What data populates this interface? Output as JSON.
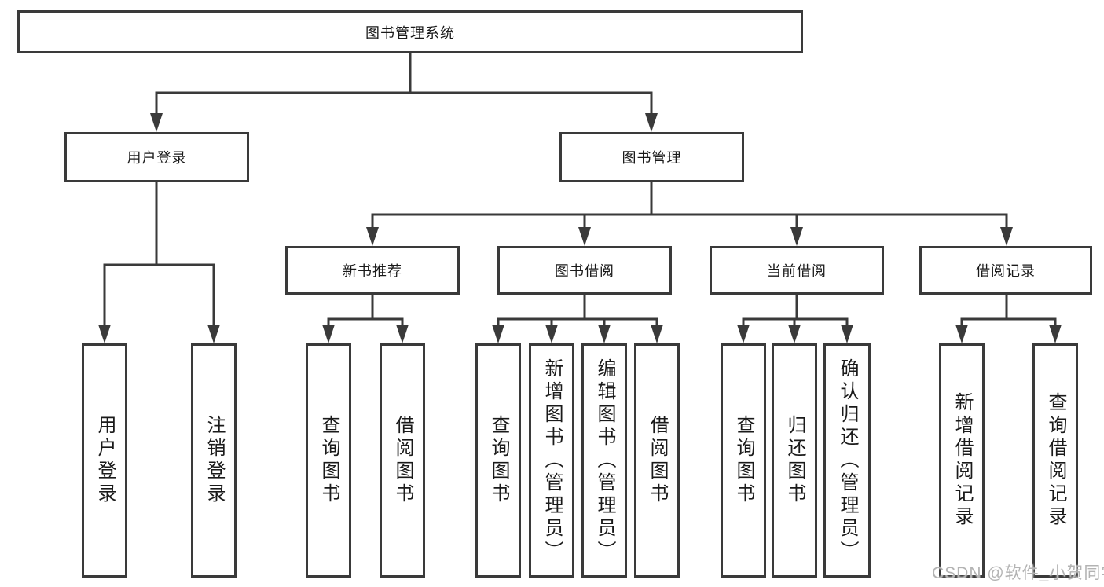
{
  "tree": {
    "label": "图书管理系统",
    "children": [
      {
        "label": "用户登录",
        "children": [
          {
            "label": "用户登录"
          },
          {
            "label": "注销登录"
          }
        ]
      },
      {
        "label": "图书管理",
        "children": [
          {
            "label": "新书推荐",
            "children": [
              {
                "label": "查询图书"
              },
              {
                "label": "借阅图书"
              }
            ]
          },
          {
            "label": "图书借阅",
            "children": [
              {
                "label": "查询图书"
              },
              {
                "label": "新增图书（管理员）"
              },
              {
                "label": "编辑图书（管理员）"
              },
              {
                "label": "借阅图书"
              }
            ]
          },
          {
            "label": "当前借阅",
            "children": [
              {
                "label": "查询图书"
              },
              {
                "label": "归还图书"
              },
              {
                "label": "确认归还（管理员）"
              }
            ]
          },
          {
            "label": "借阅记录",
            "children": [
              {
                "label": "新增借阅记录"
              },
              {
                "label": "查询借阅记录"
              }
            ]
          }
        ]
      }
    ]
  },
  "watermark": {
    "text": "CSDN @软件_小贺同学"
  },
  "colors": {
    "line": "#3a3a3a",
    "text": "#1a1a1a",
    "watermark": "#b3b3b3",
    "background": "#ffffff"
  }
}
